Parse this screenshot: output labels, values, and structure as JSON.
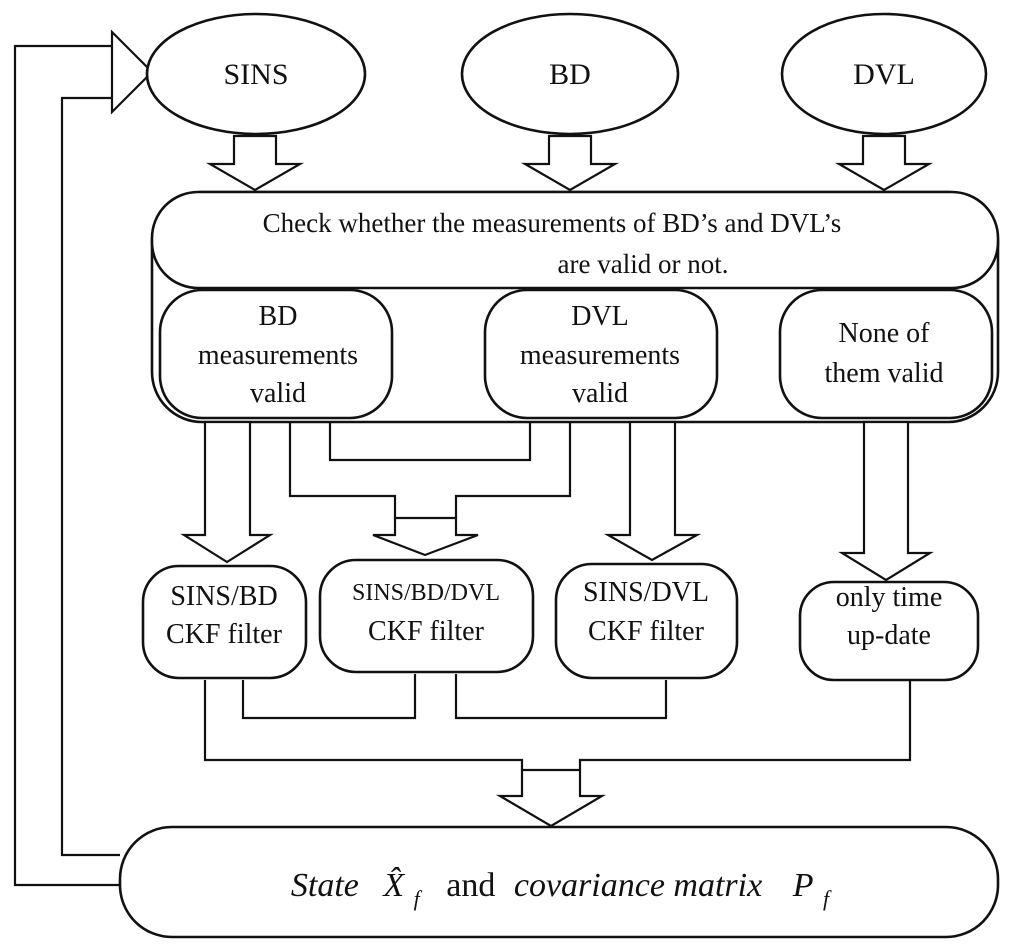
{
  "sources": {
    "sins": "SINS",
    "bd": "BD",
    "dvl": "DVL"
  },
  "check": {
    "line1": "Check whether the measurements of BD’s and DVL’s",
    "line2": "are valid or not."
  },
  "cases": {
    "bd_valid": [
      "BD",
      "measurements",
      "valid"
    ],
    "dvl_valid": [
      "DVL",
      "measurements",
      "valid"
    ],
    "none_valid": [
      "None of",
      "them valid"
    ]
  },
  "filters": {
    "sins_bd": [
      "SINS/BD",
      "CKF filter"
    ],
    "sins_bd_dvl": [
      "SINS/BD/DVL",
      "CKF filter"
    ],
    "sins_dvl": [
      "SINS/DVL",
      "CKF filter"
    ],
    "time_update": [
      "only time",
      "up-date"
    ]
  },
  "output": {
    "state_word": "State",
    "state_symbol": "X̂",
    "state_sub": "f",
    "and_word": "and",
    "cov_words": "covariance matrix",
    "cov_symbol": "P",
    "cov_sub": "f"
  }
}
